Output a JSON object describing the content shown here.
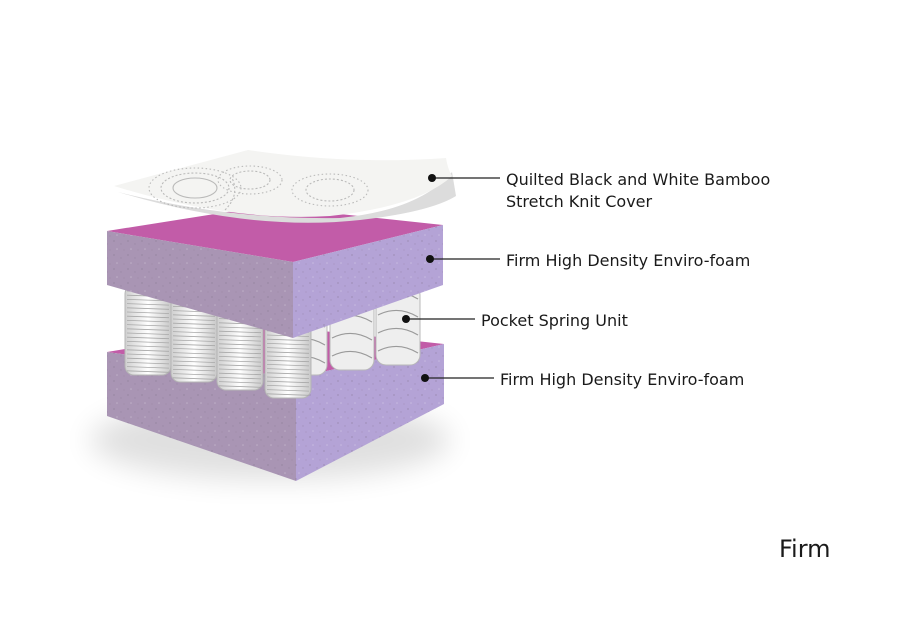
{
  "diagram": {
    "layers": [
      {
        "label_lines": [
          "Quilted Black and White Bamboo",
          "Stretch Knit Cover"
        ]
      },
      {
        "label_lines": [
          "Firm High Density Enviro-foam"
        ]
      },
      {
        "label_lines": [
          "Pocket Spring Unit"
        ]
      },
      {
        "label_lines": [
          "Firm High Density Enviro-foam"
        ]
      }
    ],
    "firmness": "Firm",
    "colors": {
      "foam_top_face": "#c25ca8",
      "foam_front": "#a995b4",
      "foam_side": "#b4a3d6",
      "cover": "#f4f4f2",
      "leader_line": "#222222"
    }
  }
}
